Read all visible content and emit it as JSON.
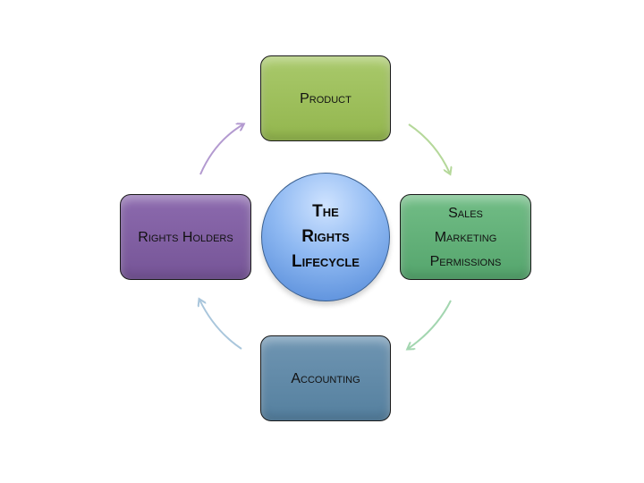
{
  "center": {
    "line1": "The",
    "line2": "Rights",
    "line3": "Lifecycle"
  },
  "nodes": {
    "product": {
      "label": "Product"
    },
    "sales": {
      "line1": "Sales",
      "line2": "Marketing",
      "line3": "Permissions"
    },
    "accounting": {
      "label": "Accounting"
    },
    "rights_holders": {
      "label": "Rights Holders"
    }
  },
  "colors": {
    "product": "#9bbb59",
    "sales": "#5fae74",
    "accounting": "#5f8aab",
    "rights_holders": "#8064a2",
    "center": "#6fa3e6",
    "arrow_product_to_sales": "#b5d89a",
    "arrow_sales_to_accounting": "#a3d6b0",
    "arrow_accounting_to_rights": "#a9c6dc",
    "arrow_rights_to_product": "#b39ad0"
  }
}
